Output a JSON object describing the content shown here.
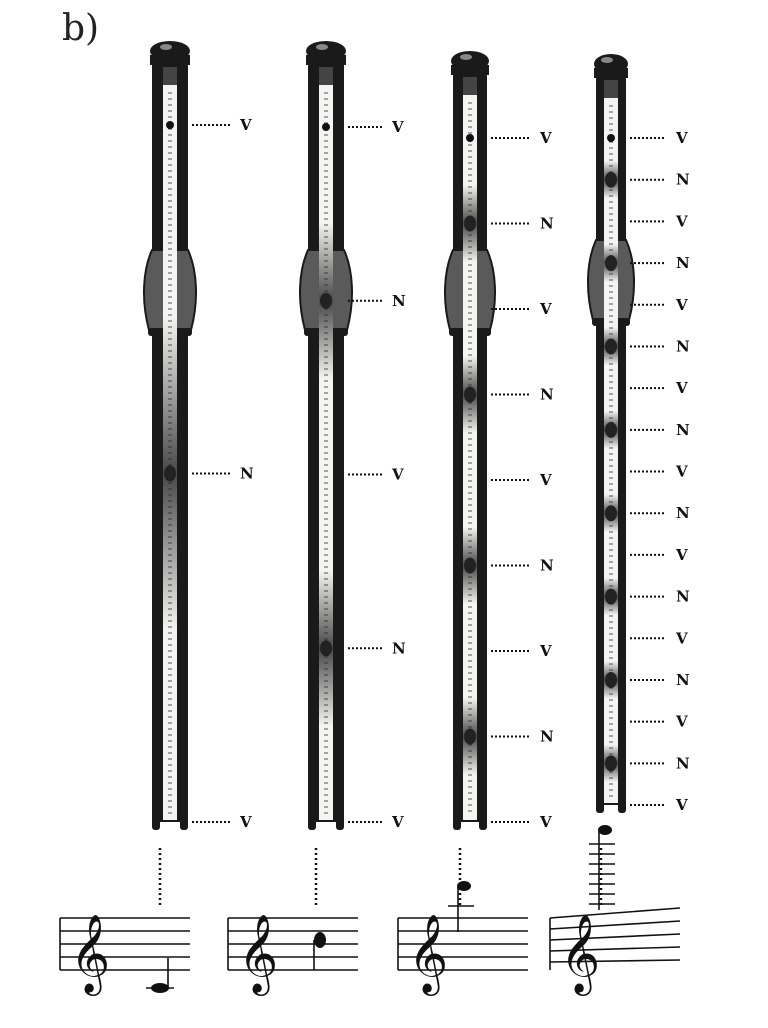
{
  "figure": {
    "panel_label": "b)",
    "colors": {
      "ink": "#1a1a1a",
      "tube_fill": "#f4f4f2",
      "shade": "#2a2a2a"
    },
    "tubes": [
      {
        "id": "tube-1",
        "labels": [
          "V",
          "N",
          "V"
        ],
        "note": "below-staff"
      },
      {
        "id": "tube-2",
        "labels": [
          "V",
          "N",
          "V",
          "N",
          "V"
        ],
        "note": "on-staff"
      },
      {
        "id": "tube-3",
        "labels": [
          "V",
          "N",
          "V",
          "N",
          "V",
          "N",
          "V",
          "N",
          "V"
        ],
        "note": "above-staff"
      },
      {
        "id": "tube-4",
        "labels": [
          "V",
          "N",
          "V",
          "N",
          "V",
          "N",
          "V",
          "N",
          "V",
          "N",
          "V",
          "N",
          "V",
          "N",
          "V",
          "N",
          "V"
        ],
        "note": "high-ledger"
      }
    ]
  }
}
